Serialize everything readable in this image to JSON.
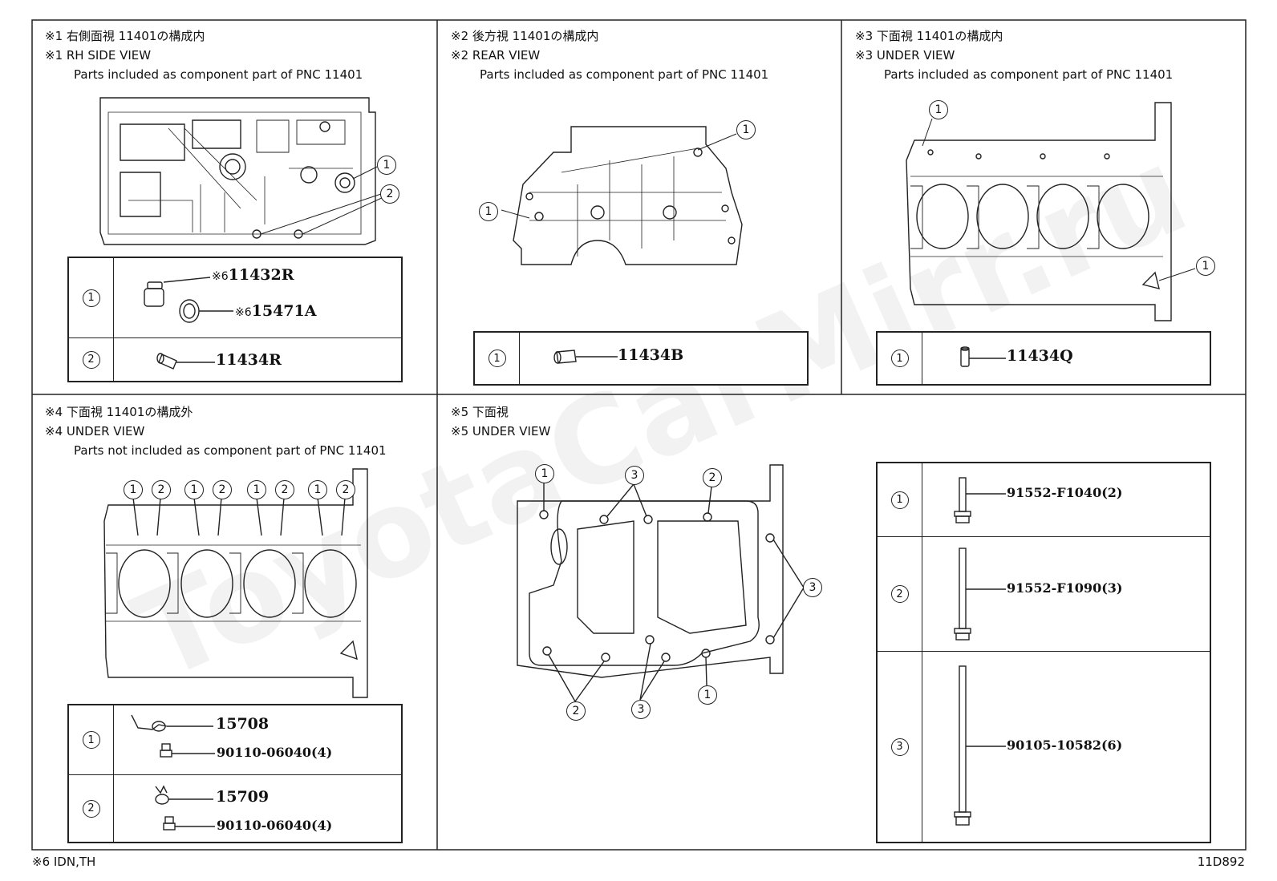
{
  "panels": {
    "p1": {
      "title_jp": "※1 右側面視 11401の構成内",
      "title_en": "※1 RH SIDE VIEW",
      "subtitle": "Parts included as component part of PNC 11401",
      "rows": [
        {
          "no": "1",
          "parts": [
            {
              "mark": "※6",
              "code": "11432R"
            },
            {
              "mark": "※6",
              "code": "15471A"
            }
          ]
        },
        {
          "no": "2",
          "parts": [
            {
              "mark": "",
              "code": "11434R"
            }
          ]
        }
      ]
    },
    "p2": {
      "title_jp": "※2 後方視 11401の構成内",
      "title_en": "※2 REAR VIEW",
      "subtitle": "Parts included as component part of PNC 11401",
      "rows": [
        {
          "no": "1",
          "parts": [
            {
              "mark": "",
              "code": "11434B"
            }
          ]
        }
      ]
    },
    "p3": {
      "title_jp": "※3 下面視 11401の構成内",
      "title_en": "※3 UNDER VIEW",
      "subtitle": "Parts included as component part of PNC 11401",
      "rows": [
        {
          "no": "1",
          "parts": [
            {
              "mark": "",
              "code": "11434Q"
            }
          ]
        }
      ]
    },
    "p4": {
      "title_jp": "※4 下面視 11401の構成外",
      "title_en": "※4 UNDER VIEW",
      "subtitle": "Parts not included as component part of PNC 11401",
      "rows": [
        {
          "no": "1",
          "parts": [
            {
              "code": "15708"
            },
            {
              "code": "90110-06040(4)"
            }
          ]
        },
        {
          "no": "2",
          "parts": [
            {
              "code": "15709"
            },
            {
              "code": "90110-06040(4)"
            }
          ]
        }
      ]
    },
    "p5": {
      "title_jp": "※5 下面視",
      "title_en": "※5 UNDER VIEW",
      "rows": [
        {
          "no": "1",
          "parts": [
            {
              "code": "91552-F1040(2)"
            }
          ]
        },
        {
          "no": "2",
          "parts": [
            {
              "code": "91552-F1090(3)"
            }
          ]
        },
        {
          "no": "3",
          "parts": [
            {
              "code": "90105-10582(6)"
            }
          ]
        }
      ]
    }
  },
  "callouts": {
    "one": "1",
    "two": "2",
    "three": "3"
  },
  "footer": {
    "note": "※6 IDN,TH",
    "code": "11D892"
  },
  "watermark": "ToyotaCarMirr.ru"
}
